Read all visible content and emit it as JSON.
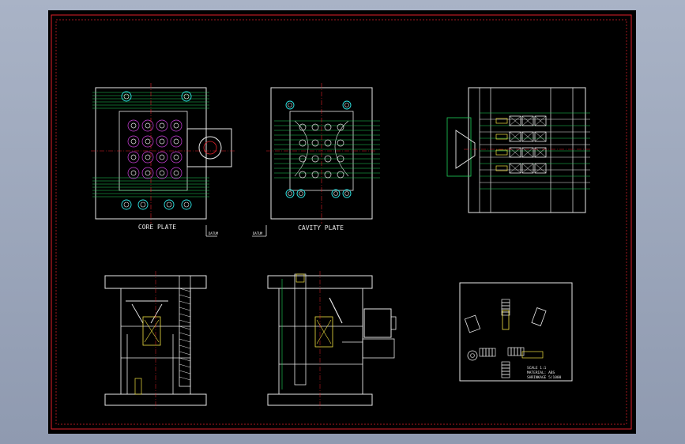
{
  "colors": {
    "background": "#9aa4b8",
    "sheet": "#000000",
    "border": "#e0202a",
    "line_white": "#e8e8e8",
    "line_green": "#1fd35a",
    "line_cyan": "#2ee6e6",
    "line_red": "#e0202a",
    "line_yellow": "#f0e040",
    "line_magenta": "#d040e0"
  },
  "labels": {
    "core_plate": "CORE PLATE",
    "cavity_plate": "CAVITY PLATE",
    "datum_left": "DATUM",
    "datum_right": "DATUM"
  },
  "notes": {
    "scale": "SCALE 1:1",
    "material": "MATERIAL: ABS",
    "shrinkage": "SHRINKAGE 5/1000"
  }
}
